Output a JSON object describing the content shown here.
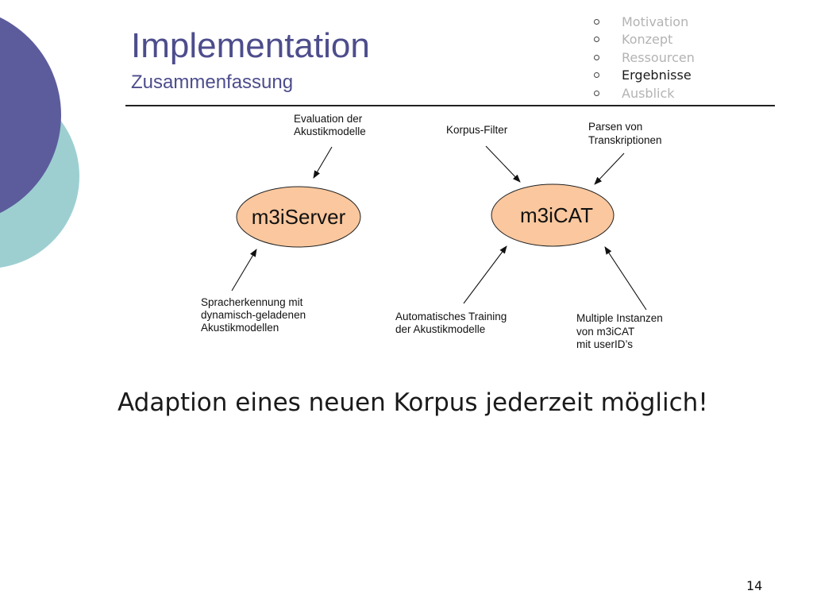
{
  "header": {
    "title": "Implementation",
    "subtitle": "Zusammenfassung"
  },
  "nav": {
    "items": [
      {
        "label": "Motivation",
        "active": false
      },
      {
        "label": "Konzept",
        "active": false
      },
      {
        "label": "Ressourcen",
        "active": false
      },
      {
        "label": "Ergebnisse",
        "active": true
      },
      {
        "label": "Ausblick",
        "active": false
      }
    ]
  },
  "diagram": {
    "nodes": {
      "server": "m3iServer",
      "cat": "m3iCAT"
    },
    "labels": {
      "evaluation": [
        "Evaluation der",
        "Akustikmodelle"
      ],
      "spracherkennung": [
        "Spracherkennung mit",
        "dynamisch-geladenen",
        "Akustikmodellen"
      ],
      "korpus_filter": [
        "Korpus-Filter"
      ],
      "parsen": [
        "Parsen von",
        "Transkriptionen"
      ],
      "training": [
        "Automatisches Training",
        "der Akustikmodelle"
      ],
      "instanzen": [
        "Multiple Instanzen",
        "von m3iCAT",
        "mit userID’s"
      ]
    }
  },
  "statement": "Adaption eines neuen Korpus jederzeit möglich!",
  "page_number": "14",
  "colors": {
    "decor_dark": "#5c5c9c",
    "decor_light": "#9dcfd1",
    "title": "#4d4d8c",
    "node_fill": "#fac79e",
    "nav_inactive": "#b3b3b3",
    "nav_active": "#1a1a1a"
  }
}
